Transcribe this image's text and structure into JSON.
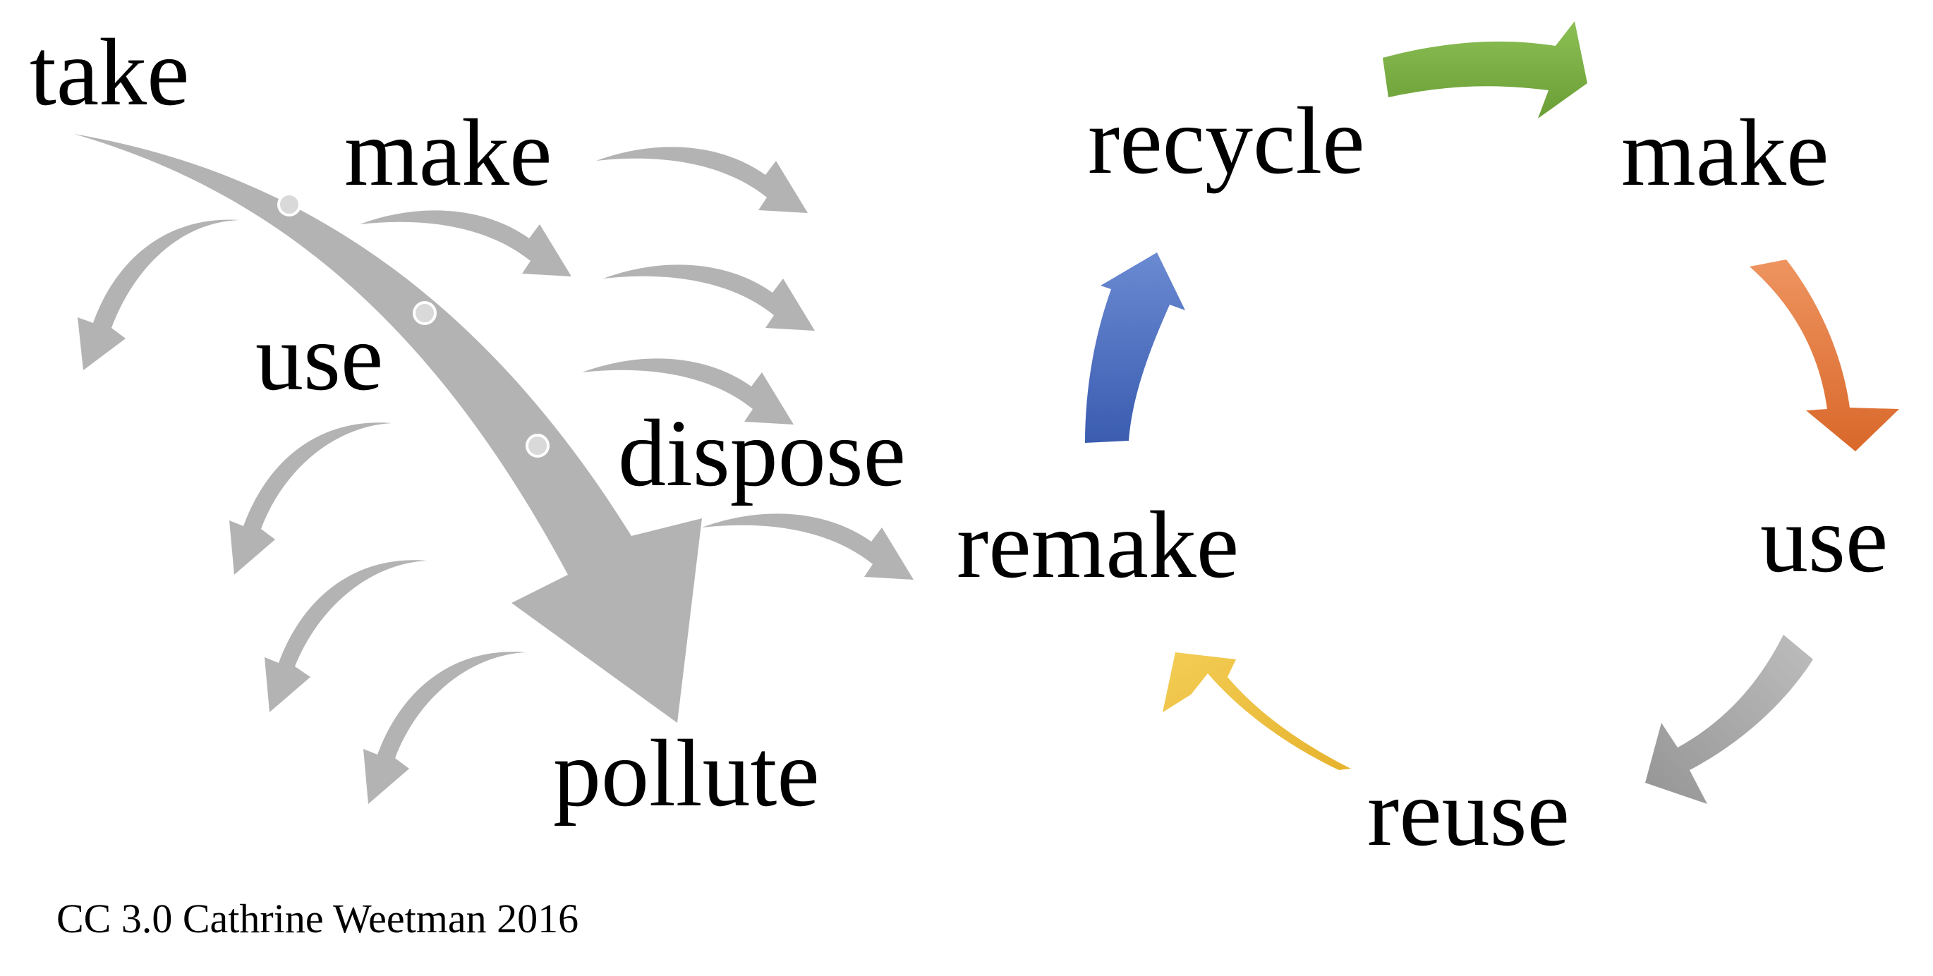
{
  "linear": {
    "labels": {
      "take": "take",
      "make": "make",
      "use": "use",
      "dispose": "dispose",
      "pollute": "pollute"
    },
    "arrow_color": "#b3b3b3",
    "dot_color": "#d9d9d9"
  },
  "circular": {
    "labels": {
      "recycle": "recycle",
      "make": "make",
      "use": "use",
      "reuse": "reuse",
      "remake": "remake"
    },
    "arrow_colors": {
      "green": "#78ac42",
      "orange": "#e2773a",
      "gray": "#a5a5a5",
      "yellow": "#efc23a",
      "blue": "#4569bb"
    }
  },
  "credit": "CC 3.0 Cathrine Weetman 2016"
}
